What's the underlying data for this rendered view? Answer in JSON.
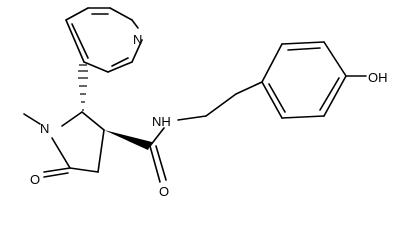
{
  "molecule": {
    "atoms": {
      "n_pyridine": "N",
      "n_methyl": "N",
      "o_lactam": "O",
      "o_amide": "O",
      "nh_amide": "NH",
      "oh_phenol": "OH"
    }
  }
}
